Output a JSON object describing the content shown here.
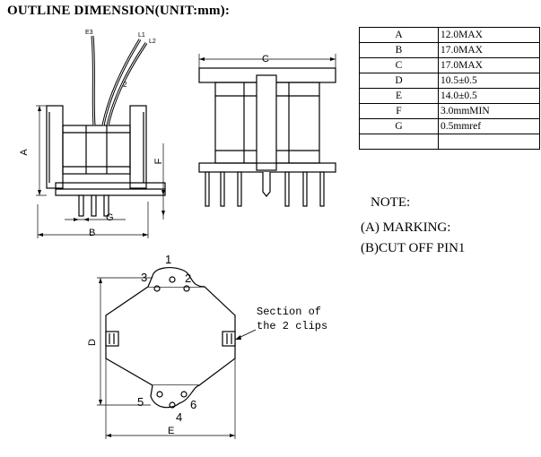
{
  "title": "OUTLINE DIMENSION(UNIT:mm):",
  "table": {
    "rows": [
      {
        "key": "A",
        "value": "12.0MAX"
      },
      {
        "key": "B",
        "value": "17.0MAX"
      },
      {
        "key": "C",
        "value": "17.0MAX"
      },
      {
        "key": "D",
        "value": "10.5±0.5"
      },
      {
        "key": "E",
        "value": "14.0±0.5"
      },
      {
        "key": "F",
        "value": "3.0mmMIN"
      },
      {
        "key": "G",
        "value": "0.5mmref"
      },
      {
        "key": "",
        "value": ""
      }
    ]
  },
  "notes": {
    "heading": "NOTE:",
    "a": "(A) MARKING:",
    "b": "(B)CUT OFF PIN1"
  },
  "drawing": {
    "labels": {
      "a": "A",
      "b": "B",
      "c": "C",
      "d": "D",
      "e": "E",
      "f": "F",
      "g": "G",
      "e3": "E3",
      "l1": "L1",
      "l2": "L2",
      "two": "2",
      "p1": "1",
      "p2": "2",
      "p3": "3",
      "p4": "4",
      "p5": "5",
      "p6": "6"
    },
    "section_note": {
      "line1": "Section of",
      "line2": "the 2 clips"
    }
  }
}
